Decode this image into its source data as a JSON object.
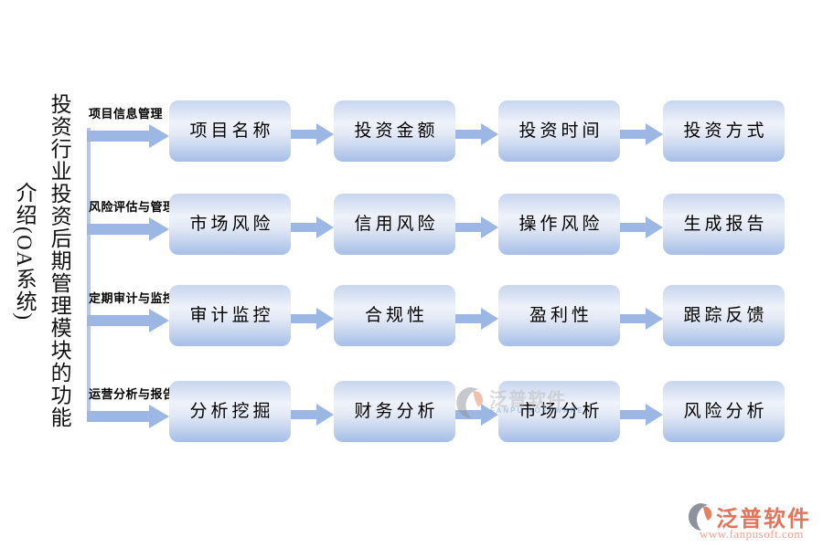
{
  "title": {
    "main": "投资行业投资后期管理模块的功能",
    "sub": "介绍(OA系统)"
  },
  "rows": [
    {
      "label": "项目信息管理",
      "boxes": [
        "项目名称",
        "投资金额",
        "投资时间",
        "投资方式"
      ]
    },
    {
      "label": "风险评估与管理",
      "boxes": [
        "市场风险",
        "信用风险",
        "操作风险",
        "生成报告"
      ]
    },
    {
      "label": "定期审计与监控",
      "boxes": [
        "审计监控",
        "合规性",
        "盈利性",
        "跟踪反馈"
      ]
    },
    {
      "label": "运营分析与报告",
      "boxes": [
        "分析挖掘",
        "财务分析",
        "市场分析",
        "风险分析"
      ]
    }
  ],
  "watermark": {
    "brand": "泛普软件",
    "brand_en": "FANPU SOFTWARE"
  },
  "footer": {
    "brand": "泛普软件",
    "url": "www.fanpusoft.com"
  },
  "icons": {
    "branch_arrow": "right-arrow",
    "flow_arrow": "right-arrow",
    "logo": "fanpu-swirl"
  },
  "colors": {
    "node_gradient_top": "#c7d5ef",
    "node_gradient_mid": "#eef2fa",
    "node_gradient_bottom": "#a6bee7",
    "arrow_fill": "#9cb7e4",
    "trunk_line": "#b5c8ea",
    "brand_text": "#e2745c",
    "brand_url": "#eda393",
    "logo_gray": "#8d929b",
    "logo_orange": "#e4825f",
    "watermark_text": "#b9b9b9",
    "watermark_en": "#6f9fd8"
  }
}
